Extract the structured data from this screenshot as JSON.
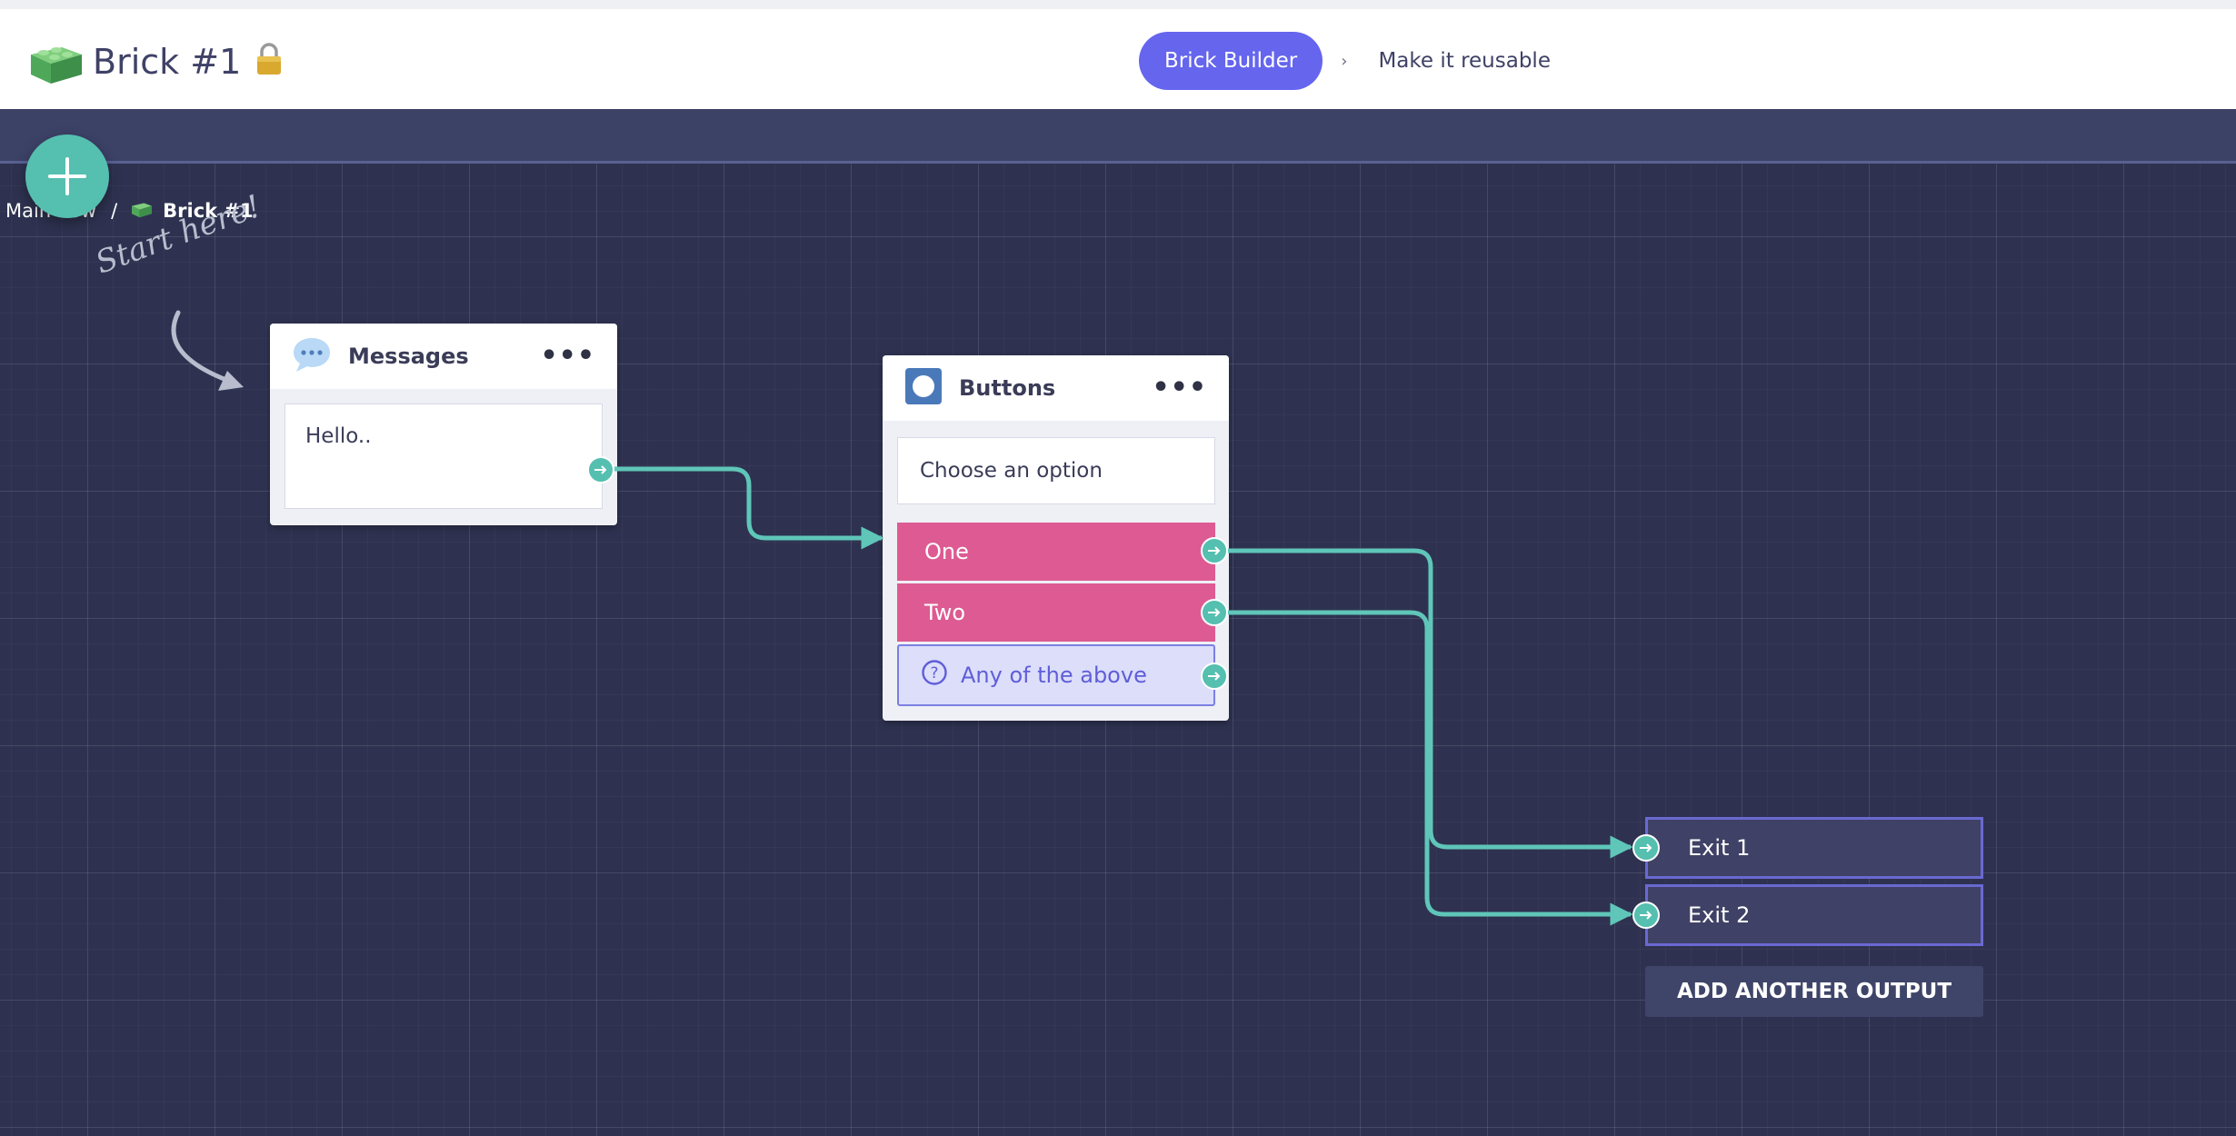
{
  "header": {
    "title": "Brick #1",
    "breadcrumb_active": "Brick Builder",
    "breadcrumb_next": "Make it reusable"
  },
  "canvas": {
    "path": {
      "root": "Main flow",
      "separator": "/",
      "current": "Brick #1"
    },
    "hint": "Start here!"
  },
  "messages_node": {
    "title": "Messages",
    "text": "Hello.."
  },
  "buttons_node": {
    "title": "Buttons",
    "prompt": "Choose an option",
    "options": [
      "One",
      "Two"
    ],
    "fallback": "Any of the above"
  },
  "outputs": {
    "items": [
      "Exit 1",
      "Exit 2"
    ],
    "add_label": "ADD ANOTHER OUTPUT"
  },
  "colors": {
    "accent": "#6565ee",
    "wire": "#5fc6b9",
    "option": "#dd5b92",
    "canvas": "#2e3250"
  }
}
